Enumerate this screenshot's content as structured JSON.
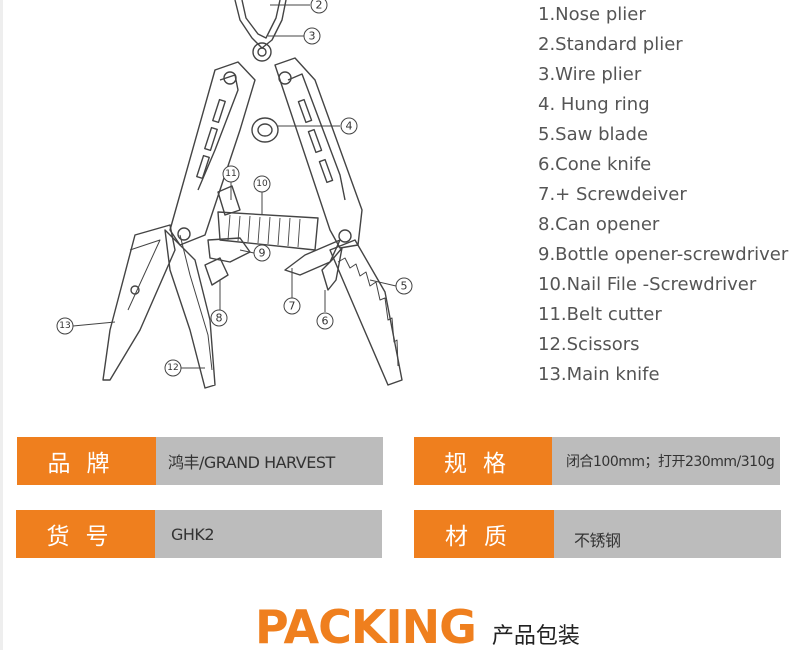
{
  "parts": [
    "1.Nose plier",
    "2.Standard plier",
    "3.Wire plier",
    "4. Hung ring",
    "5.Saw blade",
    "6.Cone knife",
    "7.+ Screwdeiver",
    "8.Can opener",
    "9.Bottle opener-screwdriver",
    "10.Nail File -Screwdriver",
    "11.Belt cutter",
    "12.Scissors",
    "13.Main knife"
  ],
  "callouts": [
    "2",
    "3",
    "4",
    "5",
    "6",
    "7",
    "8",
    "9",
    "10",
    "11",
    "12",
    "13"
  ],
  "specs": {
    "brand": {
      "label": "品牌",
      "value": "鸿丰/GRAND HARVEST"
    },
    "size": {
      "label": "规格",
      "value": "闭合100mm；打开230mm/310g"
    },
    "model": {
      "label": "货号",
      "value": "GHK2"
    },
    "material": {
      "label": "材质",
      "value": "不锈钢"
    }
  },
  "packing": {
    "title_en": "PACKING",
    "title_zh": "产品包装"
  },
  "colors": {
    "accent": "#ef7f1e",
    "value_bg": "#bcbcbc"
  }
}
